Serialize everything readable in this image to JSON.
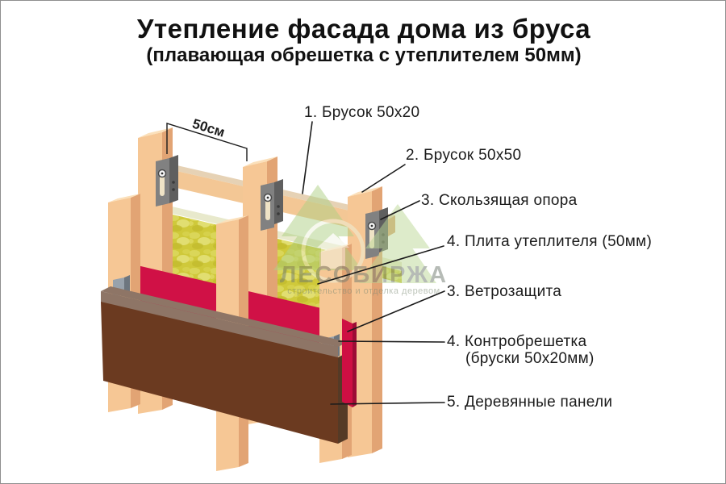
{
  "page": {
    "title": "Утепление фасада дома из бруса",
    "subtitle": "(плавающая обрешетка с утеплителем 50мм)"
  },
  "dimension": {
    "label": "50см"
  },
  "callouts": [
    {
      "label": "1. Брусок 50x20"
    },
    {
      "label": "2. Брусок 50x50"
    },
    {
      "label": "3. Скользящая опора"
    },
    {
      "label": "4. Плита утеплителя (50мм)"
    },
    {
      "label": "3. Ветрозащита"
    },
    {
      "label": "4. Контробрешетка",
      "label_line2": "(бруски 50x20мм)"
    },
    {
      "label": "5. Деревянные панели"
    }
  ],
  "watermark": {
    "brand": "ЛЕСОБИРЖА",
    "tagline": "строительство и отделка деревом"
  },
  "colors": {
    "wood_face": "#f6c795",
    "wood_side": "#e2a474",
    "wood_top": "#fbe0ba",
    "rail_face": "#f3c795",
    "insulation": "#cfc93a",
    "insulation_top": "#e8e9cc",
    "windbreak": "#d01146",
    "windbreak_dark": "#9d0c35",
    "panel": "#6b3a20",
    "panel_top": "#8e7566",
    "panel_end": "#553a26",
    "bracket": "#818181",
    "bracket_side": "#5f5f5f",
    "spacer_block": "#98a2ac",
    "watermark_green": "#aed084",
    "line": "#1b1b1b"
  }
}
